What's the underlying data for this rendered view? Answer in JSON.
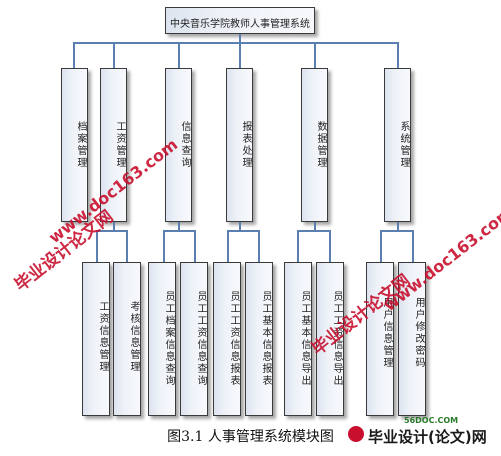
{
  "diagram": {
    "root": "中央音乐学院教师人事管理系统",
    "modules": [
      {
        "label": "档案管理",
        "children": []
      },
      {
        "label": "工资管理",
        "children": [
          "工资信息管理",
          "考核信息管理"
        ]
      },
      {
        "label": "信息查询",
        "children": [
          "员工档案信息查询",
          "员工工资信息查询"
        ]
      },
      {
        "label": "报表处理",
        "children": [
          "员工工资信息报表",
          "员工基本信息报表"
        ]
      },
      {
        "label": "数据管理",
        "children": [
          "员工基本信息导出",
          "员工工资信息导出"
        ]
      },
      {
        "label": "系统管理",
        "children": [
          "用户信息管理",
          "用户修改密码"
        ]
      }
    ],
    "caption": "图3.1 人事管理系统模块图"
  },
  "watermarks": {
    "site": "www.doc163.com",
    "brand": "毕业设计论文网",
    "logo_top": "56DOC.COM",
    "logo_main": "毕业设计(论文)网"
  },
  "colors": {
    "line": "#5b7fb0",
    "box_border": "#3a3a3a",
    "watermark": "#c8102e"
  }
}
